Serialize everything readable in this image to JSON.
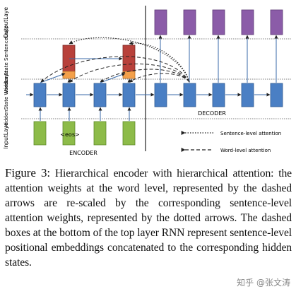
{
  "figure": {
    "labels": {
      "output": "OutputLaye",
      "sentence": "HiddenState SentenceLaye",
      "word": "HiddenState WordLaye",
      "input": "InputLaye",
      "eos": "<eos>",
      "encoder": "ENCODER",
      "decoder": "DECODER"
    },
    "legend": {
      "sentence": "Sentence-level attention",
      "word": "Word-level attention"
    },
    "colors": {
      "output": "#8b5ca8",
      "sentence": "#b8413b",
      "positional": "#f3a04a",
      "hidden": "#4a7fc4",
      "input": "#8dbb49"
    }
  },
  "caption": {
    "label": "Figure 3:",
    "text": "Hierarchical encoder with hierarchical attention: the attention weights at the word level, represented by the dashed arrows are re-scaled by the corresponding sentence-level attention weights, represented by the dotted arrows. The dashed boxes at the bottom of the top layer RNN represent sentence-level positional embeddings concatenated to the corresponding hidden states."
  },
  "watermark": "知乎 @张文涛"
}
